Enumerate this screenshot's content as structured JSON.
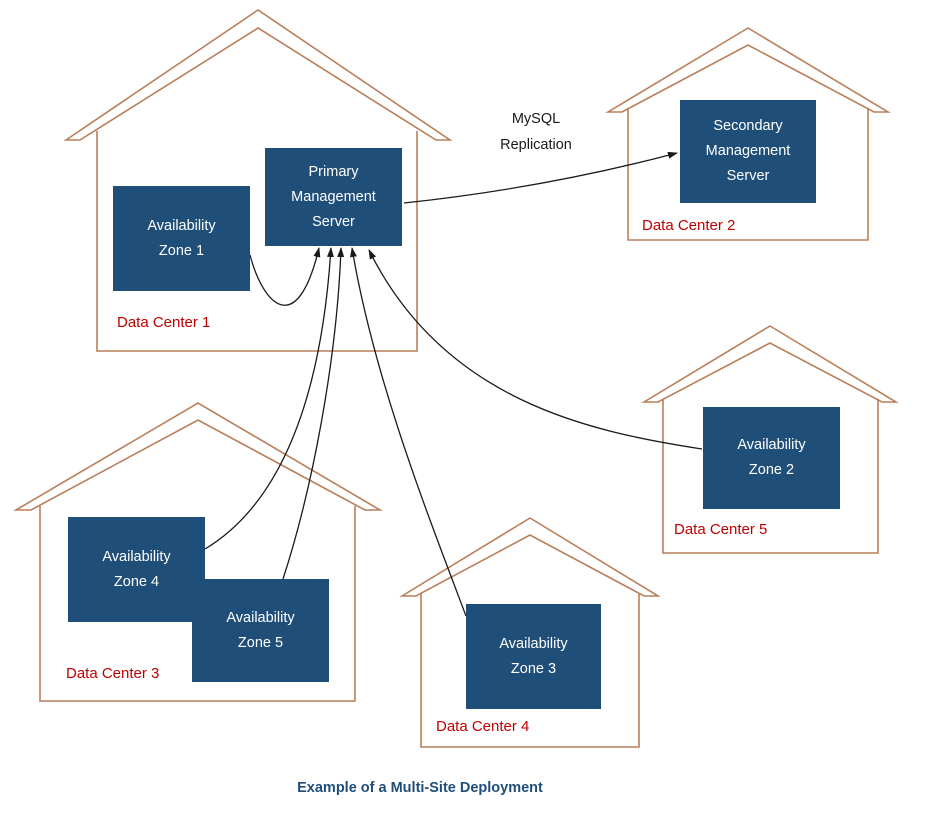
{
  "title": "Example of a Multi-Site Deployment",
  "replication": {
    "label": "MySQL\nReplication"
  },
  "nodes": {
    "primary": {
      "label": "Primary\nManagement\nServer"
    },
    "secondary": {
      "label": "Secondary\nManagement\nServer"
    },
    "az1": {
      "label": "Availability\nZone 1"
    },
    "az2": {
      "label": "Availability\nZone 2"
    },
    "az3": {
      "label": "Availability\nZone 3"
    },
    "az4": {
      "label": "Availability\nZone 4"
    },
    "az5": {
      "label": "Availability\nZone 5"
    }
  },
  "datacenters": [
    {
      "name": "Data Center 1"
    },
    {
      "name": "Data Center 2"
    },
    {
      "name": "Data Center 3"
    },
    {
      "name": "Data Center 4"
    },
    {
      "name": "Data Center 5"
    }
  ],
  "connections": [
    {
      "from": "Primary Management Server",
      "to": "Secondary Management Server",
      "label": "MySQL Replication"
    },
    {
      "from": "Availability Zone 1",
      "to": "Primary Management Server"
    },
    {
      "from": "Availability Zone 2",
      "to": "Primary Management Server"
    },
    {
      "from": "Availability Zone 3",
      "to": "Primary Management Server"
    },
    {
      "from": "Availability Zone 4",
      "to": "Primary Management Server"
    },
    {
      "from": "Availability Zone 5",
      "to": "Primary Management Server"
    }
  ],
  "colors": {
    "house_outline": "#b97e58",
    "node_fill": "#1f4e79",
    "node_text": "#ffffff",
    "datacenter_label": "#c00000",
    "title_text": "#1f4e79",
    "connector": "#1a1a1a"
  }
}
